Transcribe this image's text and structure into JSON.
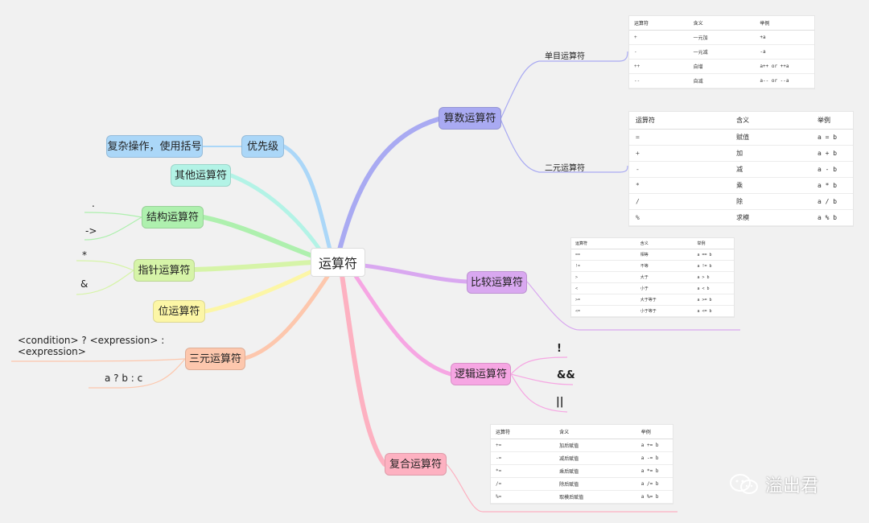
{
  "root": "运算符",
  "right_branches": {
    "arith": "算数运算符",
    "compare": "比较运算符",
    "logic": "逻辑运算符",
    "compound": "复合运算符"
  },
  "left_branches": {
    "priority": "优先级",
    "priority_child": "复杂操作，使用括号",
    "other": "其他运算符",
    "struct": "结构运算符",
    "pointer": "指针运算符",
    "bit": "位运算符",
    "ternary": "三元运算符"
  },
  "arith_children": {
    "unary": "单目运算符",
    "binary": "二元运算符"
  },
  "struct_leaves": [
    ".",
    "->"
  ],
  "pointer_leaves": [
    "*",
    "&"
  ],
  "ternary_leaves": [
    "<condition> ? <expression> :",
    "<expression>",
    "a ? b : c"
  ],
  "logic_leaves": [
    "!",
    "&&",
    "||"
  ],
  "tables": {
    "unary": {
      "headers": [
        "运算符",
        "含义",
        "举例"
      ],
      "rows": [
        [
          "+",
          "一元加",
          "+a"
        ],
        [
          "-",
          "一元减",
          "-a"
        ],
        [
          "++",
          "自增",
          "a++ or ++a"
        ],
        [
          "--",
          "自减",
          "a-- or --a"
        ]
      ]
    },
    "binary": {
      "headers": [
        "运算符",
        "含义",
        "举例"
      ],
      "rows": [
        [
          "=",
          "赋值",
          "a = b"
        ],
        [
          "+",
          "加",
          "a + b"
        ],
        [
          "-",
          "减",
          "a - b"
        ],
        [
          "*",
          "乘",
          "a * b"
        ],
        [
          "/",
          "除",
          "a / b"
        ],
        [
          "%",
          "求模",
          "a % b"
        ]
      ]
    },
    "compare": {
      "headers": [
        "运算符",
        "含义",
        "举例"
      ],
      "rows": [
        [
          "==",
          "相等",
          "a == b"
        ],
        [
          "!=",
          "不等",
          "a != b"
        ],
        [
          ">",
          "大于",
          "a > b"
        ],
        [
          "<",
          "小于",
          "a < b"
        ],
        [
          ">=",
          "大于等于",
          "a >= b"
        ],
        [
          "<=",
          "小于等于",
          "a <= b"
        ]
      ]
    },
    "compound": {
      "headers": [
        "运算符",
        "含义",
        "举例"
      ],
      "rows": [
        [
          "+=",
          "加后赋值",
          "a += b"
        ],
        [
          "-=",
          "减后赋值",
          "a -= b"
        ],
        [
          "*=",
          "乘后赋值",
          "a *= b"
        ],
        [
          "/=",
          "除后赋值",
          "a /= b"
        ],
        [
          "%=",
          "取模后赋值",
          "a %= b"
        ]
      ]
    }
  },
  "watermark": "溢出君",
  "colors": {
    "arith": "#a9aaf2",
    "compare": "#d9a8f0",
    "logic": "#f6a6e3",
    "compound": "#fdb1c1",
    "priority": "#abd7f8",
    "other": "#b3f3e6",
    "struct": "#aef0ae",
    "pointer": "#d6f4a8",
    "bit": "#fcf6a6",
    "ternary": "#fdc7ad"
  }
}
